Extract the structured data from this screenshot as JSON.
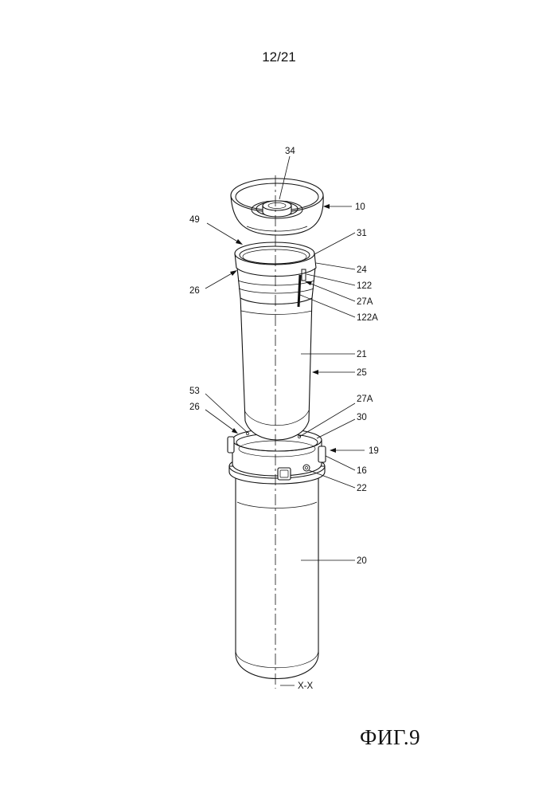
{
  "page": {
    "sheet_number": "12/21",
    "figure_caption": "ФИГ.9"
  },
  "labels": {
    "l34": "34",
    "l10": "10",
    "l49": "49",
    "l31": "31",
    "l24": "24",
    "l26_top": "26",
    "l122": "122",
    "l27a_top": "27A",
    "l122a": "122A",
    "l21": "21",
    "l25": "25",
    "l53": "53",
    "l27a_mid": "27A",
    "l26_mid": "26",
    "l30": "30",
    "l19": "19",
    "l16": "16",
    "l22": "22",
    "l20": "20",
    "axis": "X-X"
  }
}
